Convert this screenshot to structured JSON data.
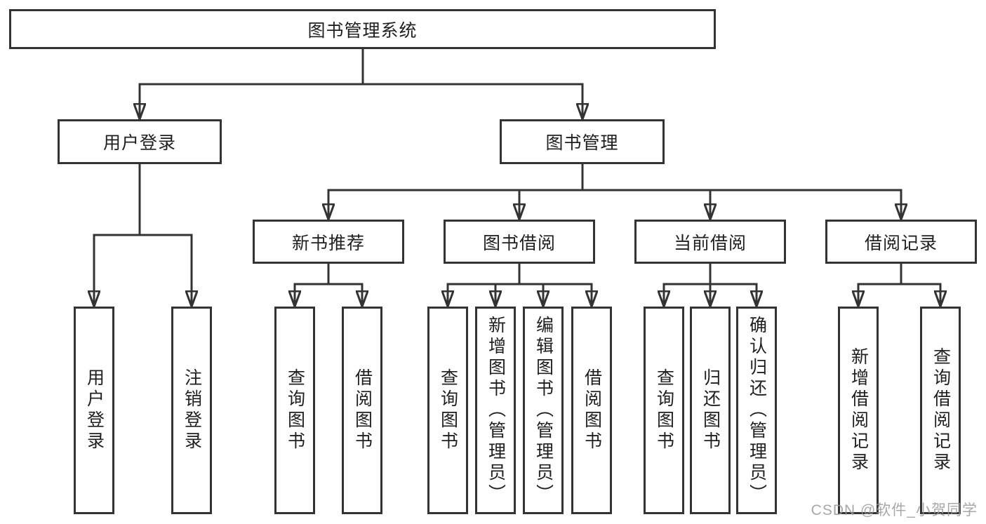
{
  "tree": {
    "label": "图书管理系统",
    "children": [
      {
        "label": "用户登录",
        "children": [
          {
            "label": "用户登录"
          },
          {
            "label": "注销登录"
          }
        ]
      },
      {
        "label": "图书管理",
        "children": [
          {
            "label": "新书推荐",
            "children": [
              {
                "label": "查询图书"
              },
              {
                "label": "借阅图书"
              }
            ]
          },
          {
            "label": "图书借阅",
            "children": [
              {
                "label": "查询图书"
              },
              {
                "label": "新增图书（管理员）"
              },
              {
                "label": "编辑图书（管理员）"
              },
              {
                "label": "借阅图书"
              }
            ]
          },
          {
            "label": "当前借阅",
            "children": [
              {
                "label": "查询图书"
              },
              {
                "label": "归还图书"
              },
              {
                "label": "确认归还（管理员）"
              }
            ]
          },
          {
            "label": "借阅记录",
            "children": [
              {
                "label": "新增借阅记录"
              },
              {
                "label": "查询借阅记录"
              }
            ]
          }
        ]
      }
    ]
  },
  "watermark": {
    "text": "CSDN @软件_小贺同学"
  },
  "colors": {
    "line": "#333333",
    "box_border": "#333333",
    "text": "#1f1f1f",
    "background": "#ffffff",
    "watermark": "#97999b"
  }
}
